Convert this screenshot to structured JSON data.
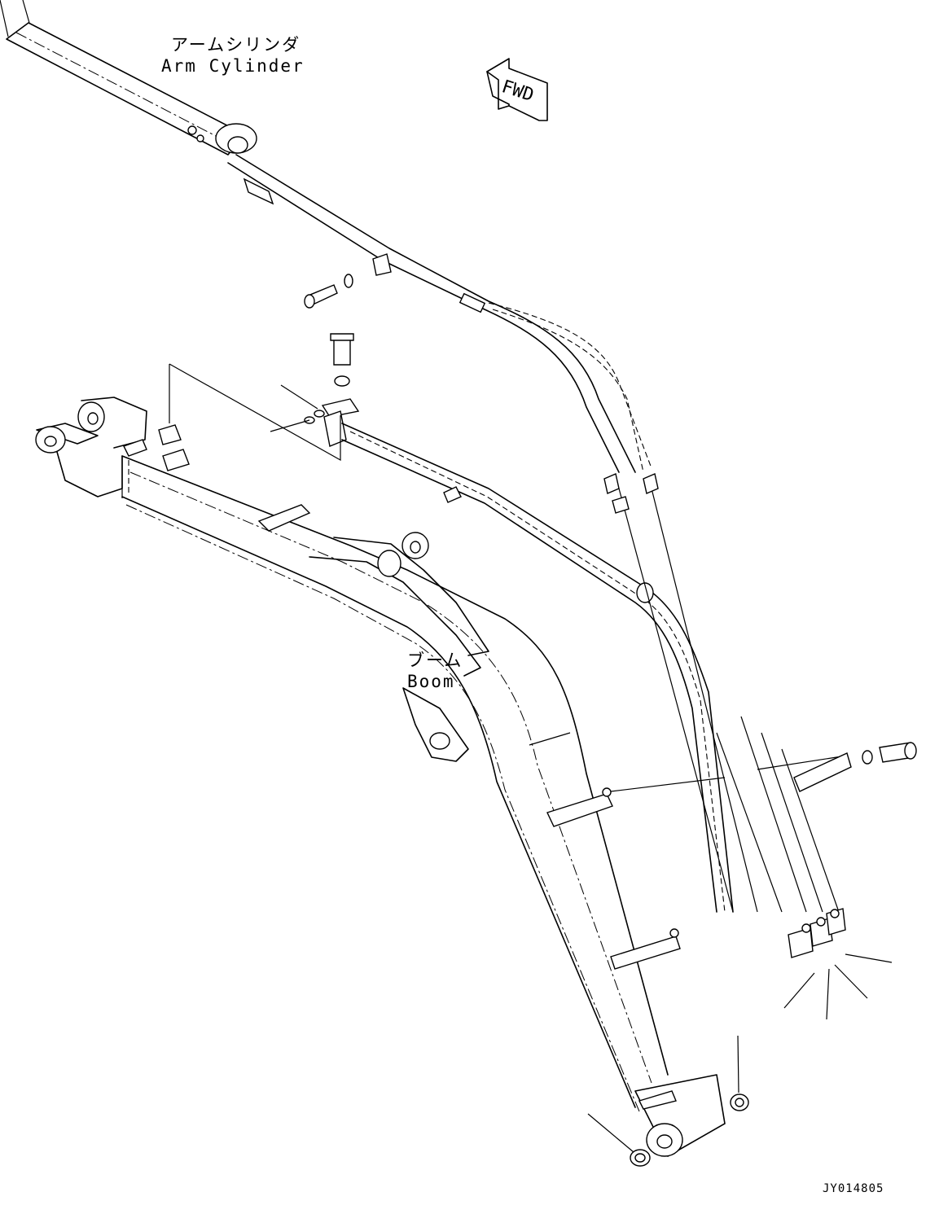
{
  "labels": {
    "arm_cylinder_jp": "アームシリンダ",
    "arm_cylinder_en": "Arm Cylinder",
    "boom_jp": "ブーム",
    "boom_en": "Boom",
    "fwd": "FWD",
    "drawing_code": "JY014805"
  },
  "icons": {
    "direction_arrow": "fwd-arrow-icon"
  },
  "colors": {
    "ink": "#000000",
    "paper": "#ffffff"
  }
}
